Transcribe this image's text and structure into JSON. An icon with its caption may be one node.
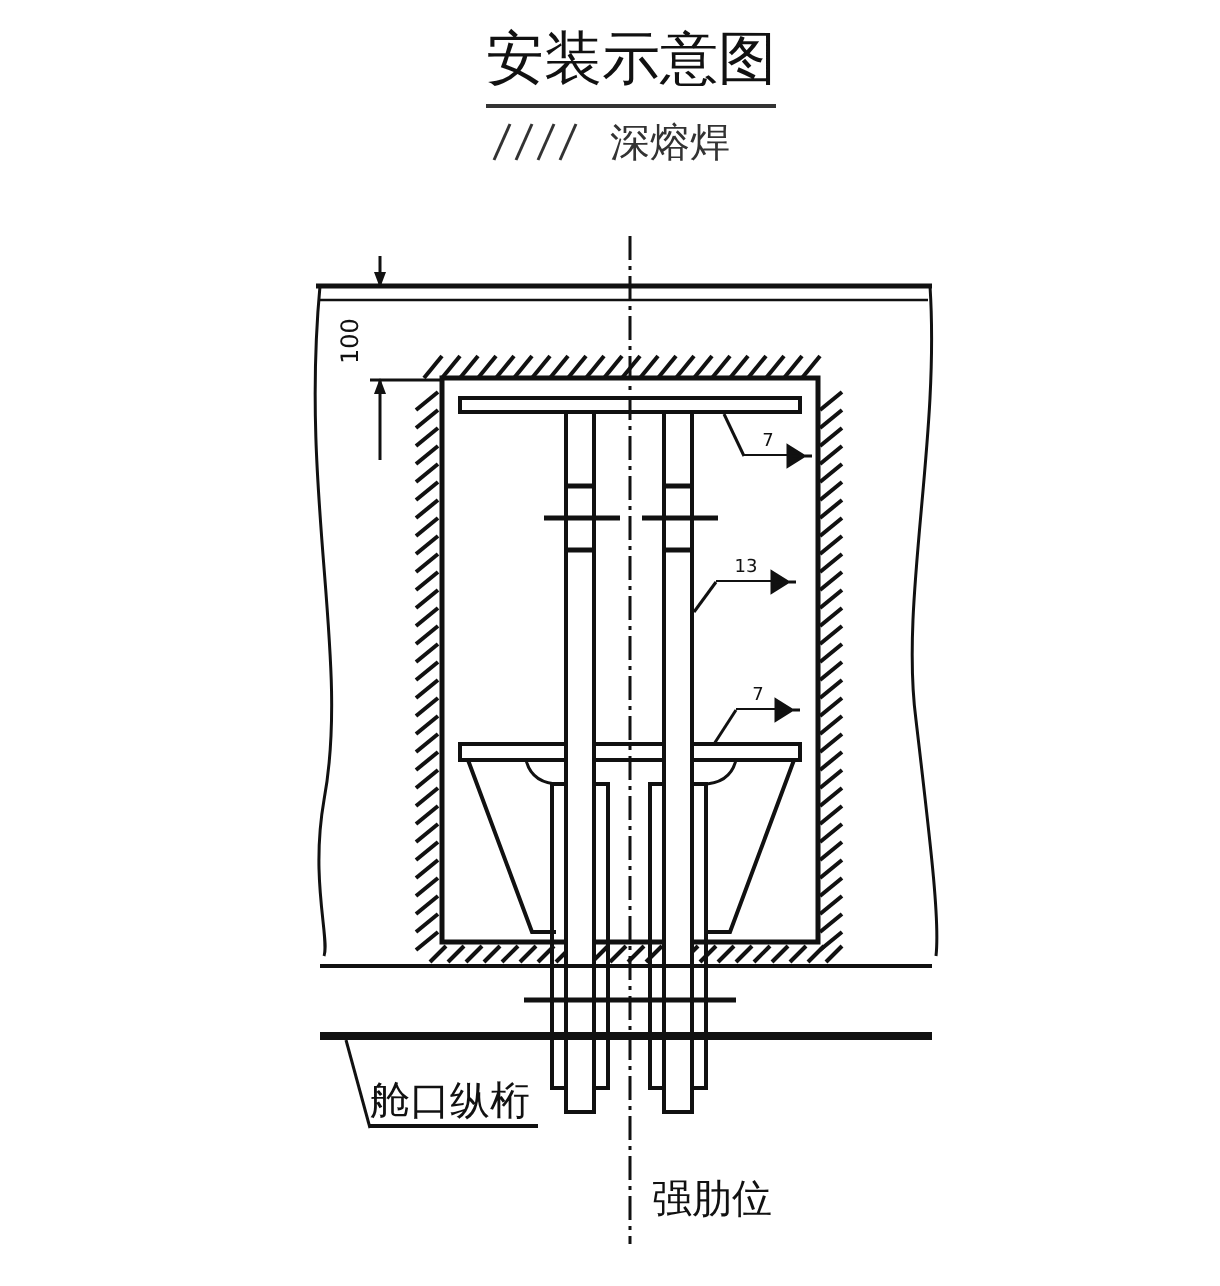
{
  "diagram": {
    "title": "安装示意图",
    "nodes": [
      {
        "text": [
          "舱口纵桁"
        ]
      },
      {
        "text": [],
        "shape": "bar"
      },
      {
        "text": [
          "7"
        ]
      },
      {
        "text": [
          "13"
        ]
      },
      {
        "text": [
          "7"
        ]
      }
    ],
    "edges": [
      {
        "from": 0,
        "to": 1,
        "arrow": "none"
      },
      {
        "from": 2,
        "to": null,
        "arrow": "none"
      },
      {
        "from": 3,
        "to": null,
        "arrow": "none"
      },
      {
        "from": 4,
        "to": null,
        "arrow": "none"
      }
    ],
    "labels": [
      "100",
      "强肋位"
    ],
    "legend": [
      {
        "text": "深熔焊"
      }
    ]
  }
}
